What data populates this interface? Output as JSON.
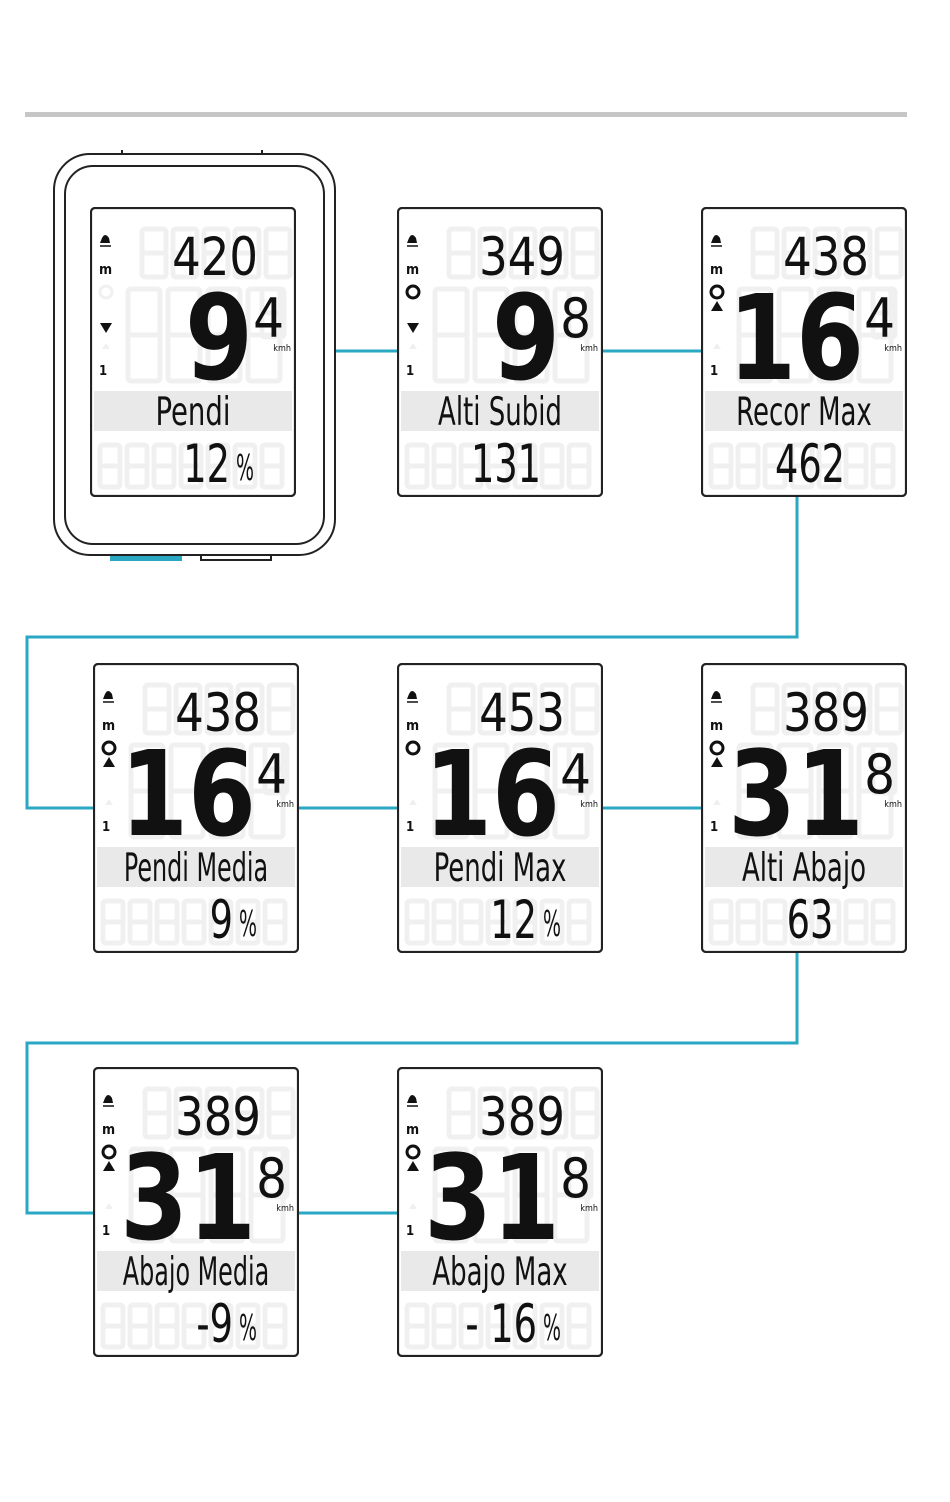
{
  "colors": {
    "connector": "#2aa7c3",
    "outline": "#222222",
    "lcd_ghost": "#f0f0f0",
    "lcd_band": "#e9e9e9",
    "rule": "#c6c6c6",
    "active_button": "#2aa7c3"
  },
  "unit_small": "kmh",
  "screens": [
    {
      "name": "screen-pendi",
      "altitude": "420",
      "speed_main": "9",
      "speed_decimal": "4",
      "label": "Pendi",
      "value": "12",
      "value_unit": "%",
      "arrow": "down",
      "climb_icon": false
    },
    {
      "name": "screen-alti-subid",
      "altitude": "349",
      "speed_main": "9",
      "speed_decimal": "8",
      "label": "Alti Subid",
      "value": "131",
      "value_unit": "",
      "arrow": "down",
      "climb_icon": true
    },
    {
      "name": "screen-recor-max",
      "altitude": "438",
      "speed_main": "16",
      "speed_decimal": "4",
      "label": "Recor Max",
      "value": "462",
      "value_unit": "",
      "arrow": "up",
      "climb_icon": true
    },
    {
      "name": "screen-pendi-media",
      "altitude": "438",
      "speed_main": "16",
      "speed_decimal": "4",
      "label": "Pendi Media",
      "value": "9",
      "value_unit": "%",
      "arrow": "up",
      "climb_icon": true
    },
    {
      "name": "screen-pendi-max",
      "altitude": "453",
      "speed_main": "16",
      "speed_decimal": "4",
      "label": "Pendi Max",
      "value": "12",
      "value_unit": "%",
      "arrow": "none",
      "climb_icon": true
    },
    {
      "name": "screen-alti-abajo",
      "altitude": "389",
      "speed_main": "31",
      "speed_decimal": "8",
      "label": "Alti Abajo",
      "value": "63",
      "value_unit": "",
      "arrow": "up",
      "climb_icon": true
    },
    {
      "name": "screen-abajo-media",
      "altitude": "389",
      "speed_main": "31",
      "speed_decimal": "8",
      "label": "Abajo Media",
      "value": "-9",
      "value_unit": "%",
      "arrow": "up",
      "climb_icon": true
    },
    {
      "name": "screen-abajo-max",
      "altitude": "389",
      "speed_main": "31",
      "speed_decimal": "8",
      "label": "Abajo Max",
      "value": "- 16",
      "value_unit": "%",
      "arrow": "up",
      "climb_icon": true
    }
  ]
}
